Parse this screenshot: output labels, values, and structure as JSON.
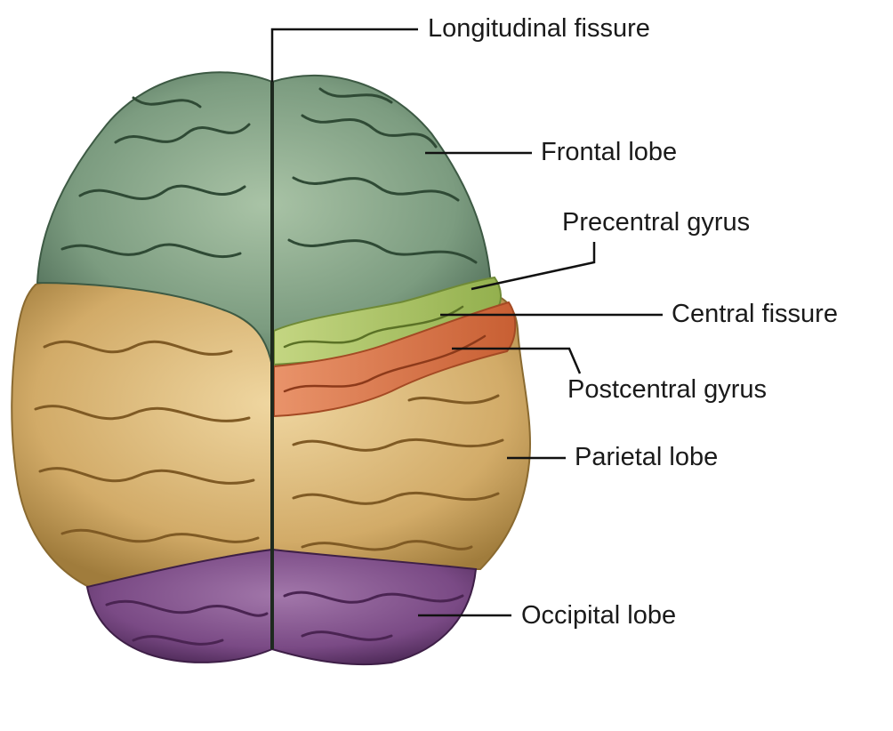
{
  "diagram": {
    "subject": "brain-superior-view",
    "labels": {
      "longitudinal_fissure": "Longitudinal fissure",
      "frontal_lobe": "Frontal lobe",
      "precentral_gyrus": "Precentral gyrus",
      "central_fissure": "Central fissure",
      "postcentral_gyrus": "Postcentral gyrus",
      "parietal_lobe": "Parietal lobe",
      "occipital_lobe": "Occipital lobe"
    },
    "colors": {
      "frontal": "#7fa083",
      "precentral": "#b3c76a",
      "postcentral": "#d9774a",
      "parietal": "#d6b06e",
      "occipital": "#7d4d87",
      "leader": "#111111"
    }
  }
}
